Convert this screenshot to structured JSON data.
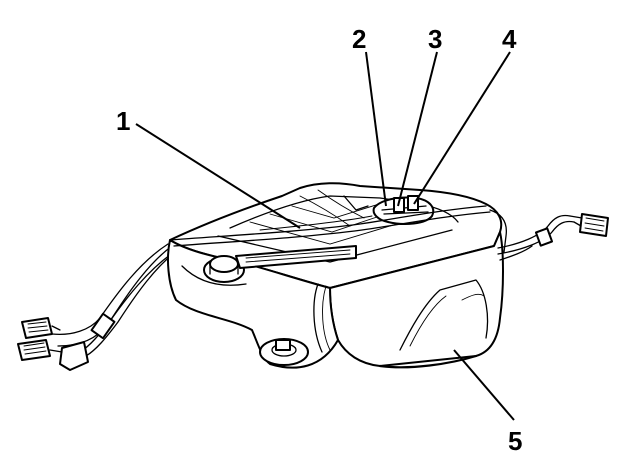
{
  "diagram": {
    "callouts": [
      {
        "id": "callout-1",
        "label": "1"
      },
      {
        "id": "callout-2",
        "label": "2"
      },
      {
        "id": "callout-3",
        "label": "3"
      },
      {
        "id": "callout-4",
        "label": "4"
      },
      {
        "id": "callout-5",
        "label": "5"
      }
    ],
    "colors": {
      "ink": "#000000",
      "paper": "#ffffff"
    }
  }
}
